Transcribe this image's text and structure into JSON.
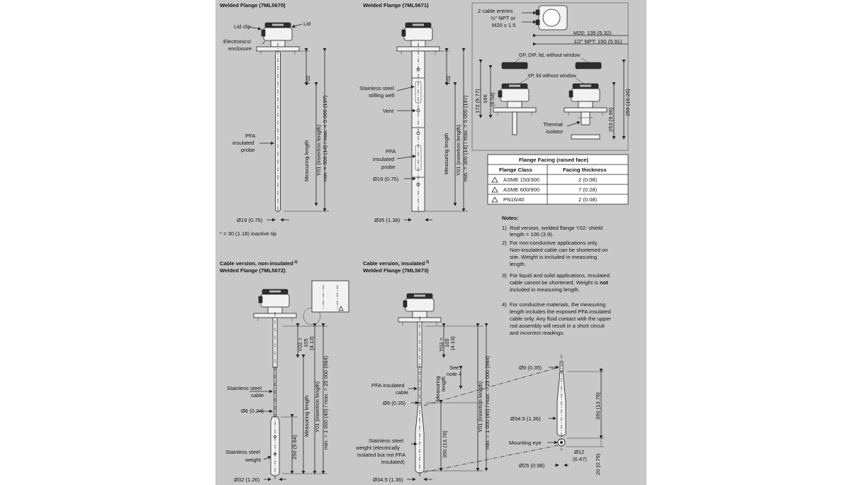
{
  "titles": {
    "d1": "Welded Flange (7ML5670)",
    "d2": "Welded Flange (7ML5671)",
    "d3a": "Cable version, non-insulated",
    "d3b": "Welded Flange (7ML5672)",
    "d4a": "Cable version, insulated",
    "d4b": "Welded Flange (7ML5673)"
  },
  "d1": {
    "lid_clip": "Lid clip",
    "lid": "Lid",
    "electronics1": "Electronics/",
    "electronics2": "enclosure",
    "pfa1": "PFA",
    "pfa2": "insulated",
    "pfa3": "probe",
    "dia": "Ø19 (0.75)",
    "y02": "Y02",
    "meas": "Measuring length",
    "y01": "Y01 (insertion length)",
    "minmax": "min. = 300 (14) / max. = 5 000 (197)",
    "tip_note": "* = 30 (1.18) inactive tip"
  },
  "d2": {
    "still1": "Stainless steel",
    "still2": "stilling well",
    "vent": "Vent",
    "pfa1": "PFA",
    "pfa2": "insulated",
    "pfa3": "probe",
    "dia19": "Ø19 (0.75)",
    "dia35": "Ø35 (1.38)",
    "y02": "Y02",
    "meas": "Measuring length",
    "y01": "Y01 (insertion length)",
    "minmax": "min. = 300 (14) / max. = 5 000 (197)"
  },
  "d3": {
    "cable1": "Stainless steel",
    "cable2": "cable",
    "dia6": "Ø6 (0.24)",
    "weight1": "Stainless steel",
    "weight2": "weight",
    "dia32": "Ø32 (1.26)",
    "y02a": "Y02 =",
    "y02b": "105",
    "y02c": "(4.13)",
    "meas": "Measuring length",
    "w250": "250 (9.84)",
    "y01": "Y01 (insertion length)",
    "minmax": "min. = 1 000 (40) / max. = 25 000 (984)"
  },
  "d4": {
    "pfa1": "PFA insulated",
    "pfa2": "cable",
    "dia9": "Ø9 (0.35)",
    "w1": "Stainless steel",
    "w2": "weight (electrically",
    "w3": "isolated but not PFA",
    "w4": "insulated)",
    "dia345": "Ø34.5 (1.36)",
    "y02a": "Y02 =",
    "y02b": "105",
    "y02c": "(4.13)",
    "see1": "See",
    "see2": "note 4",
    "meas1": "Measuring",
    "meas2": "length",
    "w350": "350 (13.78)",
    "y01": "Y01 (insertion length)",
    "minmax": "min. = 1 000 (40) / max. = 25 000 (984)"
  },
  "detail": {
    "dia9": "Ø9 (0.35)",
    "dia345": "Ø34.5 (1.36)",
    "h350": "350 (13.78)",
    "eye": "Mounting eye",
    "dia12a": "Ø12",
    "dia12b": "(0.47)",
    "dia25": "Ø25 (0.98)",
    "h20": "20 (0.79)"
  },
  "inset": {
    "entries1": "2 cable entries",
    "entries2": "½\" NPT or",
    "entries3": "M20 x 1.5",
    "m20": "M20: 135 (5.32)",
    "npt": "1/2\" NPT: 150 (5.91)",
    "gp": "GP, DIP, lid, without window",
    "xp": "XP, lid without window",
    "h172": "172 (6.77)",
    "h166a": "166",
    "h166b": "(6.54)",
    "h259": "259 (10.20)",
    "h253": "253 (9.96)",
    "thermal1": "Thermal",
    "thermal2": "isolator"
  },
  "flange_table": {
    "caption": "Flange Facing (raised face)",
    "headers": [
      "Flange Class",
      "Facing thickness"
    ],
    "rows": [
      [
        "ASME 150/300",
        "2 (0.08)"
      ],
      [
        "ASME 600/900",
        "7 (0.28)"
      ],
      [
        "PN16/40",
        "2 (0.08)"
      ]
    ]
  },
  "notes": {
    "heading": "Notes:",
    "n1": [
      "1)",
      "Rod version, welded flange Y02: shield",
      "length = 100 (3.9)."
    ],
    "n2": [
      "2)",
      "For non-conductive applications only.",
      "Non-insulated cable can be shortened on",
      "site. Weight is included in measuring",
      "length."
    ],
    "n3": [
      "3)",
      "For liquid and solid applications. Insulated",
      "cable cannot be shortened. Weight is ",
      "not",
      "included in measuring length."
    ],
    "n4": [
      "4)",
      "For conductive materials, the measuring",
      "length includes the exposed PFA insulated",
      "cable only. Any fluid contact with the upper",
      "rod assembly will result in a short circuit",
      "and incorrect readings."
    ]
  },
  "colors": {
    "sheet": "#c8c8c8",
    "line": "#222222",
    "page": "#ffffff"
  }
}
